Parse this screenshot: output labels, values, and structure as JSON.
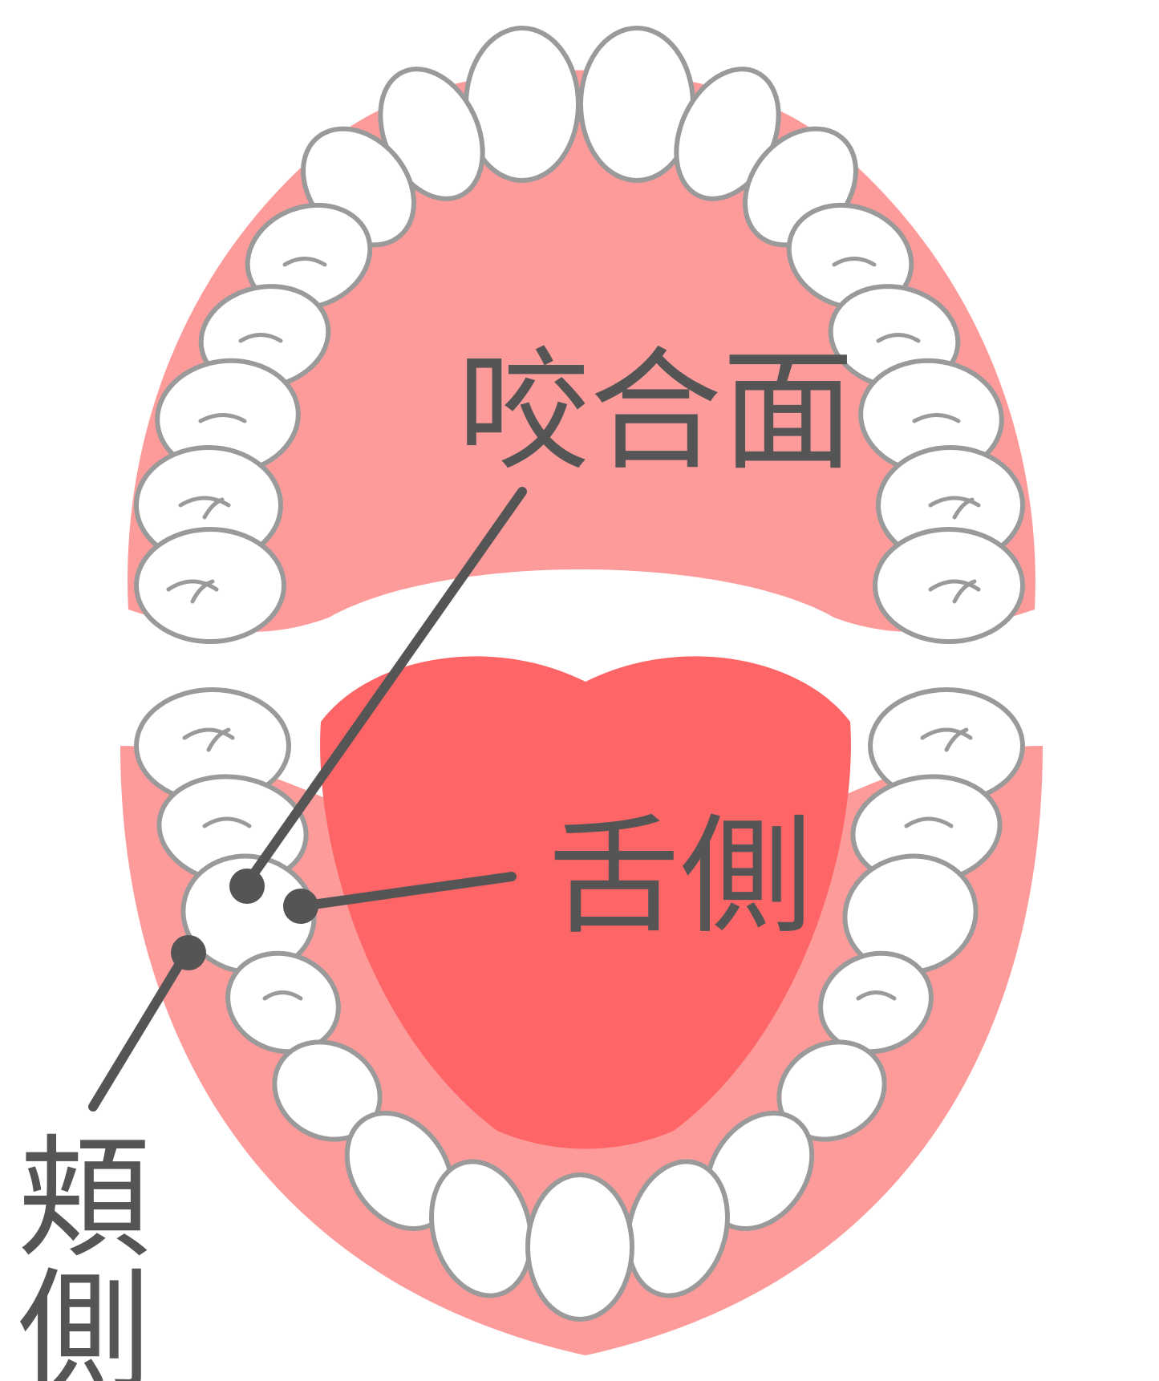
{
  "labels": {
    "occlusal": "咬合面",
    "lingual": "舌側",
    "buccal_line1": "頬",
    "buccal_line2": "側"
  },
  "colors": {
    "gum": "#fd9a9a",
    "tongue": "#fe6566",
    "tooth_fill": "#ffffff",
    "tooth_outline": "#9a9a9a",
    "annotation": "#555555"
  }
}
